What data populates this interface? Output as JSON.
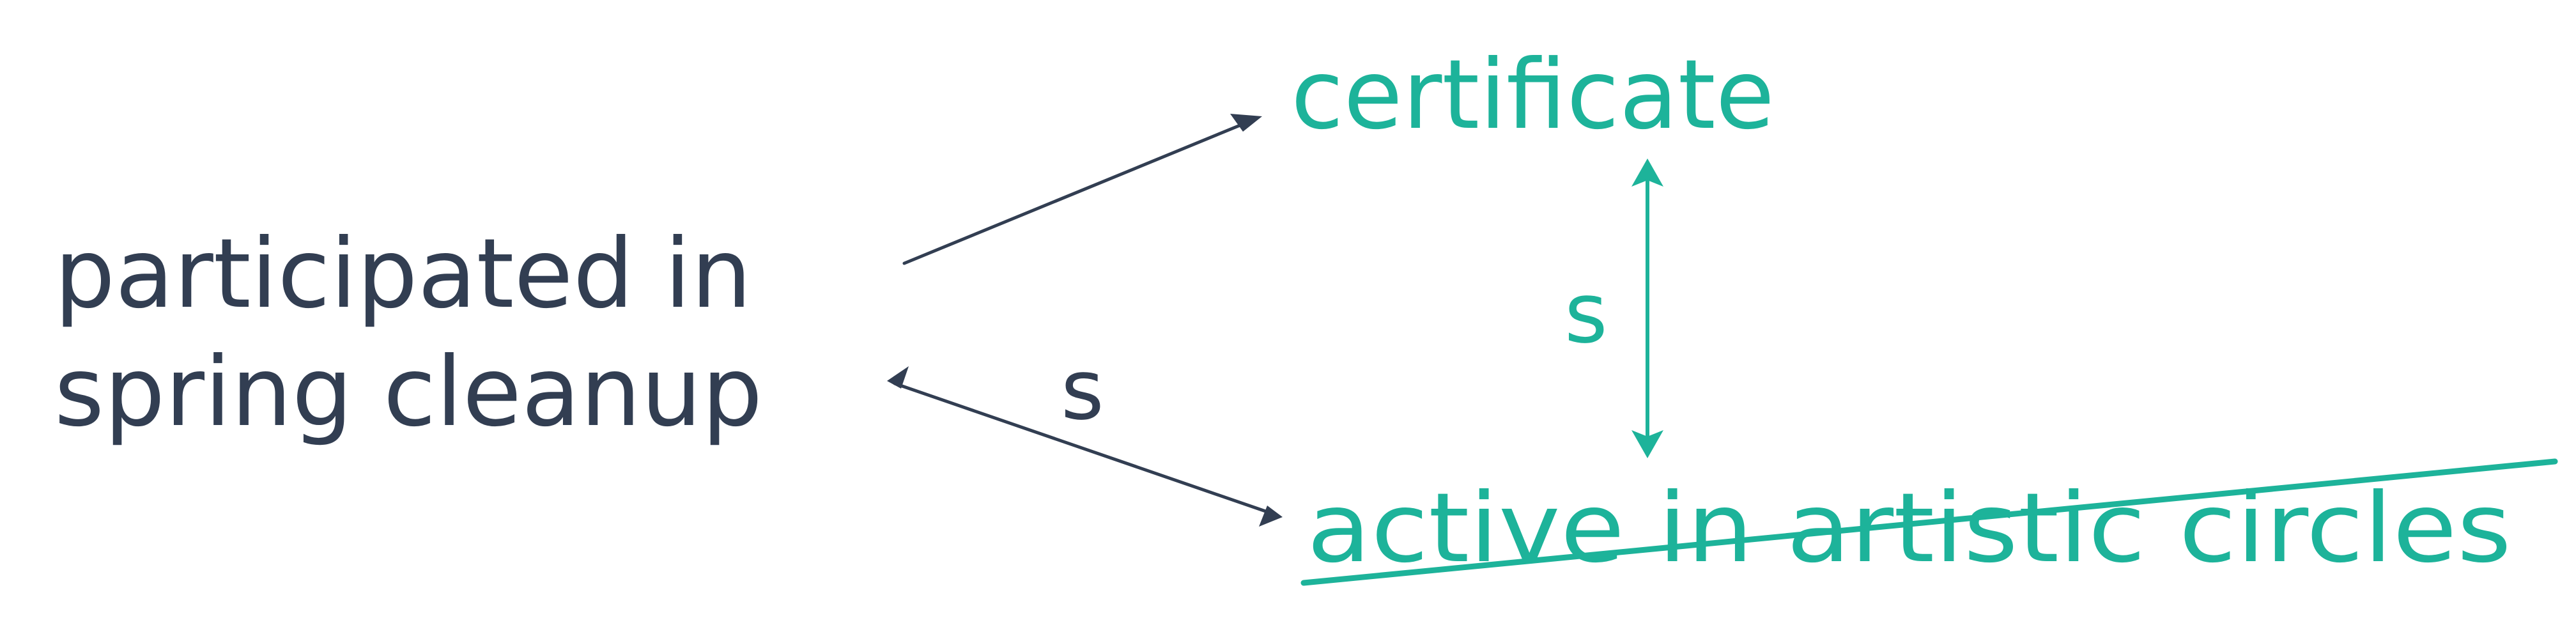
{
  "colors": {
    "dark": "#323e52",
    "teal": "#1db39a",
    "background": "#ffffff"
  },
  "nodes": {
    "source": {
      "line1": "participated in",
      "line2": "spring cleanup"
    },
    "certificate": {
      "label": "certificate"
    },
    "active": {
      "label": "active in artistic circles",
      "struck_through": true
    }
  },
  "edges": {
    "source_to_certificate": {
      "label": "",
      "direction": "one-way"
    },
    "source_active": {
      "label": "s",
      "direction": "two-way"
    },
    "certificate_active": {
      "label": "s",
      "direction": "two-way"
    }
  }
}
